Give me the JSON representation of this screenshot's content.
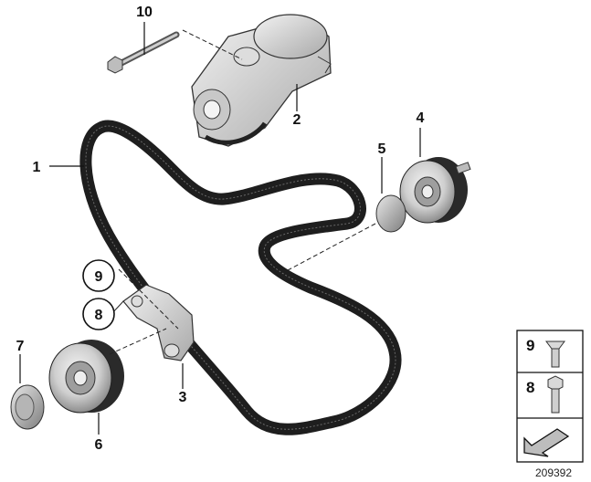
{
  "diagram": {
    "id_number": "209392",
    "callouts": {
      "c1": "1",
      "c2": "2",
      "c3": "3",
      "c4": "4",
      "c5": "5",
      "c6": "6",
      "c7": "7",
      "c8": "8",
      "c9": "9",
      "c10": "10"
    },
    "legend": {
      "row_a": "9",
      "row_b": "8"
    }
  }
}
